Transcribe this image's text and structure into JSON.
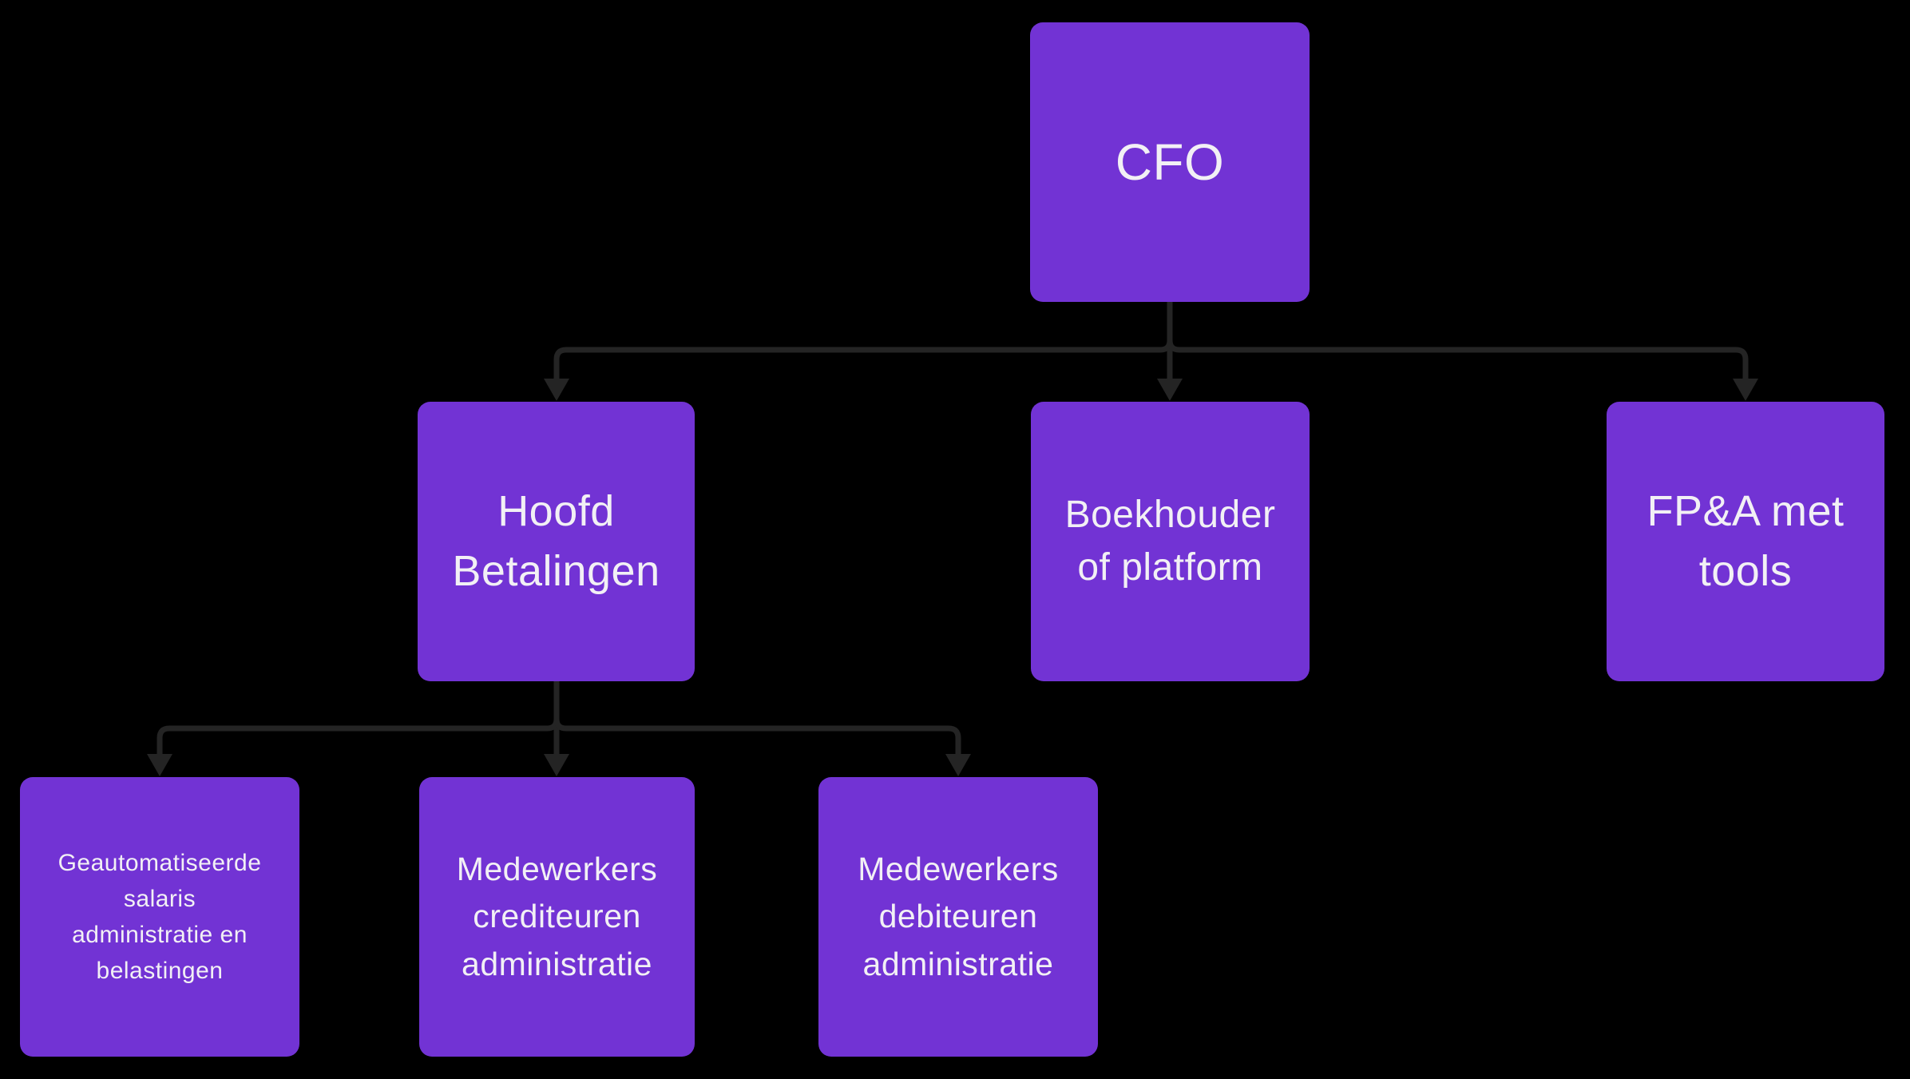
{
  "diagram": {
    "type": "org-chart",
    "colors": {
      "background": "#000000",
      "node_fill": "#7233d4",
      "text_color": "#f2f0f5",
      "connector_color": "#242424"
    },
    "nodes": {
      "cfo": {
        "label": "CFO"
      },
      "hoofd": {
        "label": "Hoofd\nBetalingen"
      },
      "boekhouder": {
        "label": "Boekhouder\nof platform"
      },
      "fpa": {
        "label": "FP&A met\ntools"
      },
      "salaris": {
        "label": "Geautomatiseerde\nsalaris\nadministratie en\nbelastingen"
      },
      "crediteuren": {
        "label": "Medewerkers\ncrediteuren\nadministratie"
      },
      "debiteuren": {
        "label": "Medewerkers\ndebiteuren\nadministratie"
      }
    },
    "edges": [
      {
        "from": "cfo",
        "to": "hoofd"
      },
      {
        "from": "cfo",
        "to": "boekhouder"
      },
      {
        "from": "cfo",
        "to": "fpa"
      },
      {
        "from": "hoofd",
        "to": "salaris"
      },
      {
        "from": "hoofd",
        "to": "crediteuren"
      },
      {
        "from": "hoofd",
        "to": "debiteuren"
      }
    ]
  }
}
